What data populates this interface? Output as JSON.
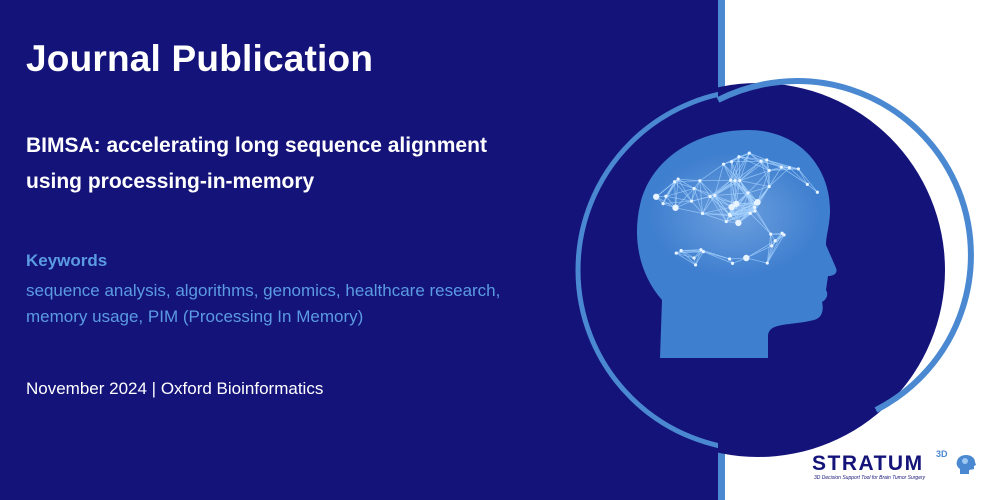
{
  "colors": {
    "panel": "#14137a",
    "accent": "#4a89d1",
    "keyword": "#5b9be2",
    "head": "#3f7fcf",
    "white": "#ffffff"
  },
  "header": {
    "title": "Journal Publication",
    "paper_title": "BIMSA: accelerating long sequence alignment using processing-in-memory"
  },
  "keywords": {
    "heading": "Keywords",
    "text": "sequence analysis, algorithms, genomics, healthcare research, memory usage, PIM (Processing In Memory)"
  },
  "footer": {
    "text": "November 2024 | Oxford Bioinformatics"
  },
  "logo": {
    "name": "STRATUM",
    "superscript": "3D",
    "tagline": "3D Decision Support Tool for Brain Tumor Surgery",
    "icon": "brain-head-icon"
  },
  "illustration": {
    "icon": "brain-network-head-icon"
  }
}
